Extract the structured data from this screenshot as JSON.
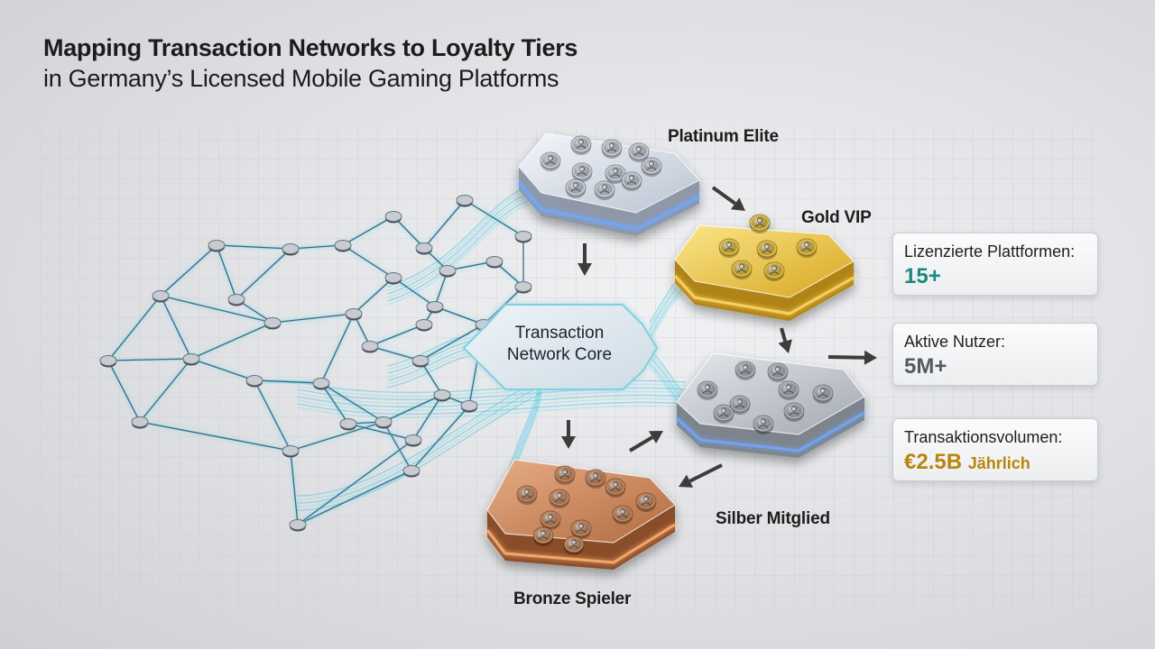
{
  "title": {
    "line1": "Mapping Transaction Networks to Loyalty Tiers",
    "line2": "in Germany’s Licensed Mobile Gaming Platforms"
  },
  "core": {
    "line1": "Transaction",
    "line2": "Network Core"
  },
  "tiers": [
    {
      "key": "platinum",
      "label": "Platinum Elite"
    },
    {
      "key": "gold",
      "label": "Gold VIP"
    },
    {
      "key": "silber",
      "label": "Silber Mitglied"
    },
    {
      "key": "bronze",
      "label": "Bronze Spieler"
    }
  ],
  "stats": [
    {
      "label": "Lizenzierte Plattformen:",
      "value": "15+",
      "suffix": "",
      "color": "#1a8a80"
    },
    {
      "label": "Aktive Nutzer:",
      "value": "5M+",
      "suffix": "",
      "color": "#555a62"
    },
    {
      "label": "Transaktionsvolumen:",
      "value": "€2.5B",
      "suffix": "Jährlich",
      "color": "#b8860b"
    }
  ],
  "colors": {
    "network": "#4fc3d6",
    "platinum": "#c9d2df",
    "gold": "#e9c23a",
    "silber": "#aeb4bd",
    "bronze": "#c98659"
  }
}
